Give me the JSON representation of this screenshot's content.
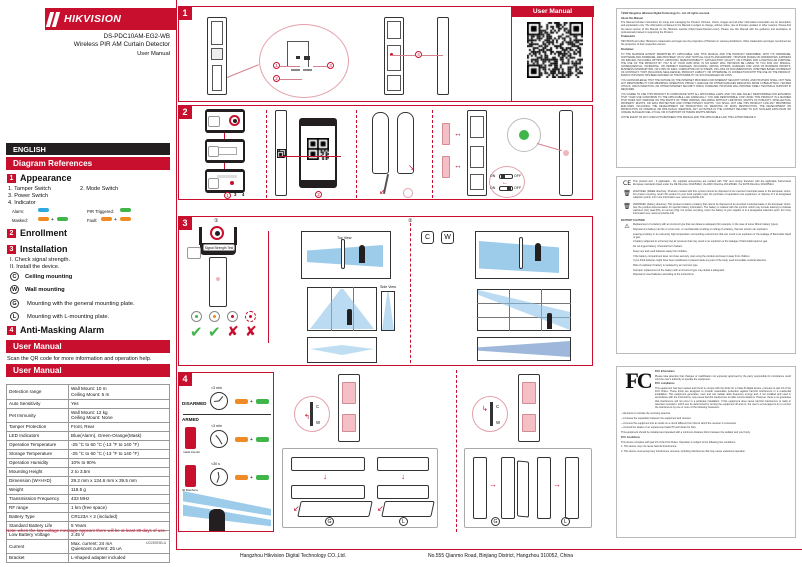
{
  "brand": {
    "name": "HIKVISION",
    "model": "DS-PDC10AM-EG2-WB",
    "product": "Wireless PIR AM Curtain Detector",
    "doctype": "User Manual"
  },
  "sidebar": {
    "language": "ENGLISH",
    "diagram_references": "Diagram References",
    "sections": [
      {
        "num": "1",
        "title": "Appearance"
      },
      {
        "num": "2",
        "title": "Enrollment"
      },
      {
        "num": "3",
        "title": "Installation"
      },
      {
        "num": "4",
        "title": "Anti-Masking Alarm"
      }
    ],
    "appearance": {
      "items": [
        "1. Tamper Switch",
        "2. Mode Switch",
        "3. Power Switch",
        "4. Indicator"
      ],
      "col1": [
        "1. Tamper Switch",
        "3. Power Switch",
        "4. Indicator"
      ],
      "col2": [
        "2. Mode Switch"
      ],
      "led_labels": {
        "alarm": "Alarm:",
        "masked": "Masked:",
        "pir": "PIR Triggered:",
        "fault": "Fault:"
      }
    },
    "installation": {
      "steps": [
        "I. Check signal strength.",
        "II. Install the device."
      ],
      "modes": [
        {
          "letter": "C",
          "label": "Ceiling mounting"
        },
        {
          "letter": "W",
          "label": "Wall mounting"
        },
        {
          "letter": "G",
          "label": "Mounting with the general mounting plate."
        },
        {
          "letter": "L",
          "label": "Mounting with L-mounting plate."
        }
      ]
    },
    "manual_banner": "User Manual",
    "scan_text": "Scan the QR code for more information and operation help.",
    "note": "Note: when the low-voltage message appears there will be at least 30 days of use.",
    "doc_code": "UD28393B-A"
  },
  "spec_table": {
    "rows": [
      {
        "k": "Detection range",
        "v": "Wall Mount: 10 m\nCeiling Mount: 5 m"
      },
      {
        "k": "Auto Sensitivity",
        "v": "Yes"
      },
      {
        "k": "Pet Immunity",
        "v": "Wall Mount: 12 kg\nCeiling Mount: None"
      },
      {
        "k": "Tamper Protection",
        "v": "Front, Rear"
      },
      {
        "k": "LED Indicators",
        "v": "Blue(Alarm), Green-Orange(Mask)"
      },
      {
        "k": "Operation Temperature",
        "v": "-25 °C to 60 °C (-13 °F to 140 °F)"
      },
      {
        "k": "Storage Temperature",
        "v": "-25 °C to 60 °C (-13 °F to 140 °F)"
      },
      {
        "k": "Operation Humidity",
        "v": "10% to 90%"
      },
      {
        "k": "Mounting Height",
        "v": "2 to 3.5m"
      },
      {
        "k": "Dimension (W×H×D)",
        "v": "29.2 mm x 134.6 mm x 39.5 mm"
      },
      {
        "k": "Weight",
        "v": "118.5 g"
      },
      {
        "k": "Transmission Frequency",
        "v": "433 MHz"
      },
      {
        "k": "RF range",
        "v": "1 km (free space)"
      },
      {
        "k": "Battery Type",
        "v": "CR123A × 2 (included)"
      },
      {
        "k": "Standard Battery Life",
        "v": "5 Years"
      },
      {
        "k": "Low Battery Voltage",
        "v": "2.45 V"
      },
      {
        "k": "Current",
        "v": "Max. current: 24 mA\nQuiescent current: 25 uA"
      },
      {
        "k": "Bracket",
        "v": "L-shaped adapter included"
      }
    ]
  },
  "panels": {
    "p1": {
      "num": "1",
      "tab": "User Manual",
      "callouts": [
        "1",
        "2",
        "3",
        "4"
      ]
    },
    "p2": {
      "num": "2",
      "steps": [
        "1",
        "3",
        "4",
        "2"
      ],
      "switch_labels": {
        "on": "ON",
        "off": "OFF"
      }
    },
    "p3": {
      "num": "3",
      "signal_button": "Signal Strength Test",
      "mount_letters": [
        "C",
        "W"
      ],
      "top_view": "Top View",
      "side_view": "Side View",
      "check_marks": [
        "✔",
        "✔"
      ],
      "cross_marks": [
        "✘",
        "✘"
      ],
      "led_states": [
        "green",
        "orange",
        "red",
        "red-blink"
      ],
      "plate_letters": [
        "G",
        "L"
      ]
    },
    "p4": {
      "num": "4",
      "disarmed": "DISARMED",
      "armed": "ARMED",
      "timers": [
        "<3 min",
        "<3 min",
        "<30 s"
      ],
      "causes": [
        "",
        "mask interior",
        "IR filter/lens"
      ]
    }
  },
  "right_column": {
    "copyright_head": "©2022 Hangzhou Hikvision Digital Technology Co., Ltd. All rights reserved.",
    "about_head": "About this Manual",
    "about_body": "The Manual includes instructions for using and managing the Product. Pictures, charts, images and all other information hereinafter are for description and explanation only. The information contained in the Manual is subject to change, without notice, due to firmware updates or other reasons. Please find the latest version of this Manual on the Hikvision website (https://www.hikvision.com/). Please use this Manual with the guidance and assistance of professionals trained in supporting the Product.",
    "trademarks_head": "Trademarks",
    "trademarks_body": "HIKVISION and other Hikvision's trademarks and logos are the properties of Hikvision in various jurisdictions. Other trademarks and logos mentioned are the properties of their respective owners.",
    "disclaimer_head": "Disclaimer",
    "disclaimer_body": "TO THE MAXIMUM EXTENT PERMITTED BY APPLICABLE LAW, THIS MANUAL AND THE PRODUCT DESCRIBED, WITH ITS HARDWARE, SOFTWARE AND FIRMWARE, ARE PROVIDED \"AS IS\" AND \"WITH ALL FAULTS AND ERRORS\". HIKVISION MAKES NO WARRANTIES, EXPRESS OR IMPLIED, INCLUDING WITHOUT LIMITATION, MERCHANTABILITY, SATISFACTORY QUALITY, OR FITNESS FOR A PARTICULAR PURPOSE. THE USE OF THE PRODUCT BY YOU IS AT YOUR OWN RISK. IN NO EVENT WILL HIKVISION BE LIABLE TO YOU FOR ANY SPECIAL, CONSEQUENTIAL, INCIDENTAL, OR INDIRECT DAMAGES, INCLUDING, AMONG OTHERS, DAMAGES FOR LOSS OF BUSINESS PROFITS, BUSINESS INTERRUPTION, OR LOSS OF DATA, CORRUPTION OF SYSTEMS, OR LOSS OF DOCUMENTATION, WHETHER BASED ON BREACH OF CONTRACT, TORT (INCLUDING NEGLIGENCE), PRODUCT LIABILITY, OR OTHERWISE, IN CONNECTION WITH THE USE OF THE PRODUCT, EVEN IF HIKVISION HAS BEEN ADVISED OF THE POSSIBILITY OF SUCH DAMAGES OR LOSS.",
    "internet_head": "YOU ACKNOWLEDGE THAT THE NATURE OF THE INTERNET PROVIDES FOR INHERENT SECURITY RISKS, AND HIKVISION SHALL NOT TAKE ANY RESPONSIBILITY FOR ABNORMAL OPERATION, PRIVACY LEAKAGE OR OTHER DAMAGES RESULTING FROM CYBER-ATTACK, HACKER ATTACK, VIRUS INFECTION, OR OTHER INTERNET SECURITY RISKS; HOWEVER, HIKVISION WILL PROVIDE TIMELY TECHNICAL SUPPORT IF REQUIRED.",
    "law_head": "YOU AGREE TO USE THIS PRODUCT IN COMPLIANCE WITH ALL APPLICABLE LAWS, AND YOU ARE SOLELY RESPONSIBLE FOR ENSURING THAT YOUR USE CONFORMS TO THE APPLICABLE LAW. ESPECIALLY, YOU ARE RESPONSIBLE, FOR USING THIS PRODUCT IN A MANNER THAT DOES NOT INFRINGE ON THE RIGHTS OF THIRD PARTIES, INCLUDING WITHOUT LIMITATION, RIGHTS OF PUBLICITY, INTELLECTUAL PROPERTY RIGHTS, OR DATA PROTECTION AND OTHER PRIVACY RIGHTS. YOU SHALL NOT USE THIS PRODUCT FOR ANY PROHIBITED END-USES, INCLUDING THE DEVELOPMENT OR PRODUCTION OF WEAPONS OF MASS DESTRUCTION, THE DEVELOPMENT OR PRODUCTION OF CHEMICAL OR BIOLOGICAL WEAPONS, ANY ACTIVITIES IN THE CONTEXT RELATED TO ANY NUCLEAR EXPLOSIVE OR UNSAFE NUCLEAR FUEL-CYCLE, OR IN SUPPORT OF HUMAN RIGHTS ABUSES.",
    "conflict_note": "IN THE EVENT OF ANY CONFLICTS BETWEEN THIS MANUAL AND THE APPLICABLE LAW, THE LATTER PREVAILS.",
    "ce_text": "This product and - if applicable - the supplied accessories are marked with \"CE\" and comply therefore with the applicable harmonized European standards listed under the RE Directive 2014/53/EU, the EMC Directive 2014/30/EU, the RoHS Directive 2011/65/EU.",
    "weee_text": "2012/19/EU (WEEE directive): Products marked with this symbol cannot be disposed of as unsorted municipal waste in the European Union. For proper recycling, return this product to your local supplier upon the purchase of equivalent new equipment, or dispose of it at designated collection points. For more information see: www.recyclethis.info",
    "battery_dir_text": "2006/66/EC (battery directive): This product contains a battery that cannot be disposed of as unsorted municipal waste in the European Union. See the product documentation for specific battery information. The battery is marked with this symbol, which may include lettering to indicate cadmium (Cd), lead (Pb), or mercury (Hg). For proper recycling, return the battery to your supplier or to a designated collection point. For more information see: www.recyclethis.info",
    "battery_caution_head": "BATTERY CAUTION",
    "battery_caution_items": [
      "Replacement of a battery with an incorrect type that can defeat a safeguard (for example, in the case of some lithium battery types).",
      "Disposal of a battery into fire or a hot oven, or mechanically crushing or cutting of a battery, that can result in an explosion.",
      "Leaving a battery in an extremely high temperature surrounding environment that can result in an explosion or the leakage of flammable liquid or gas.",
      "A battery subjected to extremely low air pressure that may result in an explosion or the leakage of flammable liquid or gas.",
      "Do not ingest battery. Chemical burn hazard.",
      "Keep new and used batteries away from children.",
      "If the battery compartment does not close securely, stop using the product and keep it away from children.",
      "If you think batteries might have been swallowed or placed inside any part of the body, seek immediate medical attention.",
      "Risk of explosion if battery is replaced by an incorrect type.",
      "Improper replacement of the battery with an incorrect type may defeat a safeguard.",
      "Disposal of used batteries according to the instructions."
    ],
    "fcc_head": "FCC Information",
    "fcc_attention": "Please take attention that changes or modification not expressly approved by the party responsible for compliance could void the user's authority to operate the equipment.",
    "fcc_compliance_head": "FCC compliance",
    "fcc_compliance": "This equipment has been tested and found to comply with the limits for a Class B digital device, pursuant to part 15 of the FCC Rules. These limits are designed to provide reasonable protection against harmful interference in a residential installation. This equipment generates, uses and can radiate radio frequency energy and, if not installed and used in accordance with the instructions, may cause harmful interference to radio communications. However, there is no guarantee that interference will not occur in a particular installation. If this equipment does cause harmful interference to radio or television reception, which can be determined by turning the equipment off and on, the user is encouraged to try to correct the interference by one or more of the following measures:",
    "fcc_measures": [
      "—Reorient or relocate the receiving antenna.",
      "—Increase the separation between the equipment and receiver.",
      "—Connect the equipment into an outlet on a circuit different from that to which the receiver is connected.",
      "—Consult the dealer or an experienced radio/TV technician for help."
    ],
    "fcc_distance": "This equipment should be installed and operated with a minimum distance 20cm between the radiator and your body.",
    "fcc_conditions_head": "FCC Conditions",
    "fcc_conditions_intro": "This device complies with part 15 of the FCC Rules. Operation is subject to the following two conditions:",
    "fcc_conditions": [
      "1. This device may not cause harmful interference.",
      "2. This device must accept any interference received, including interference that may cause undesired operation."
    ],
    "eu_decl_head": "EU Declaration of Conformity",
    "eu_decl": "This product and - if applicable - the supplied accessories too are marked with \"CE\" and comply therefore with the applicable harmonized European standards listed under the RE Directive 2014/53/EU, the EMC Directive 2014/30/EU, the RoHS Directive 2011/65/EU."
  },
  "footer": {
    "company": "Hangzhou Hikvision Digital Technology CO.,Ltd.",
    "address": "No.555 Qianmo Road, Binjiang District, Hangzhou 310052, China"
  },
  "colors": {
    "brand_red": "#c8102e",
    "black": "#231f20",
    "beam_blue": "#8cc3e8",
    "green": "#3fb54a",
    "orange": "#f08a24"
  }
}
